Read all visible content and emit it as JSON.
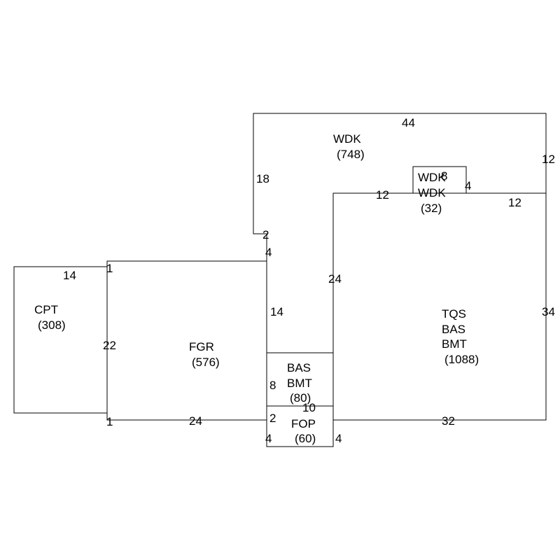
{
  "colors": {
    "wdk": "#ffbe7d",
    "fgr": "#bebebe",
    "cpt": "#e0e0e0",
    "fop": "#e0e0e0",
    "bas": "#ffffff",
    "tqs": "#ffffff",
    "outline": "#000000"
  },
  "areas": {
    "wdk_main": {
      "code": "WDK",
      "sqft": "(748)"
    },
    "wdk_small": {
      "code1": "WDK",
      "code2": "WDK",
      "sqft": "(32)"
    },
    "tqs": {
      "code1": "TQS",
      "code2": "BAS",
      "code3": "BMT",
      "sqft": "(1088)"
    },
    "fgr": {
      "code": "FGR",
      "sqft": "(576)"
    },
    "cpt": {
      "code": "CPT",
      "sqft": "(308)"
    },
    "bas": {
      "code1": "BAS",
      "code2": "BMT",
      "sqft": "(80)"
    },
    "fop": {
      "code": "FOP",
      "sqft": "(60)"
    }
  },
  "dimensions": {
    "wdk_top": "44",
    "wdk_right": "12",
    "wdk_left": "18",
    "wdk_inner_top": "12",
    "wdk_right_bottom": "12",
    "wdk_small_top": "8",
    "wdk_small_right": "4",
    "wdk_step": "2",
    "wdk_stem_top": "4",
    "wdk_stem_left": "14",
    "wdk_stem_right": "24",
    "tqs_right": "34",
    "tqs_bottom": "32",
    "fgr_bottom": "24",
    "fgr_left": "22",
    "fgr_top_step": "1",
    "fgr_bottom_step": "1",
    "cpt_top": "14",
    "bas_left": "8",
    "fop_top": "10",
    "fop_left_top": "2",
    "fop_left": "4",
    "fop_right": "4"
  }
}
